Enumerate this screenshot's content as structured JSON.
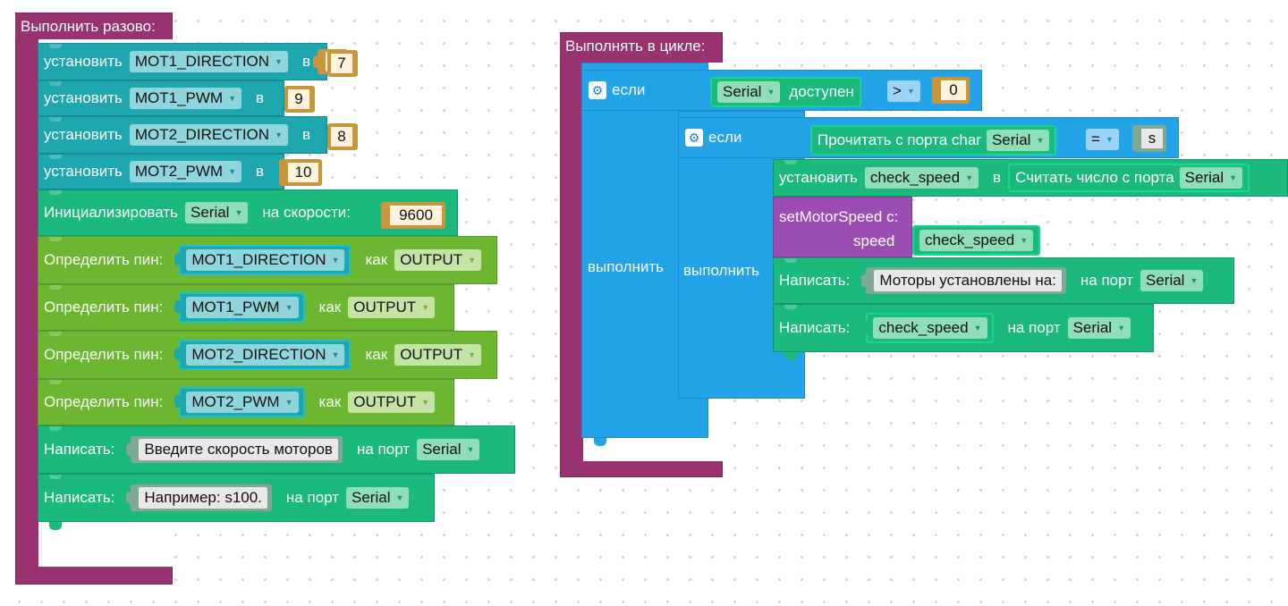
{
  "setup": {
    "title": "Выполнить разово:",
    "rows": [
      {
        "kw": "установить",
        "var": "MOT1_DIRECTION",
        "in": "в",
        "val": "7"
      },
      {
        "kw": "установить",
        "var": "MOT1_PWM",
        "in": "в",
        "val": "9"
      },
      {
        "kw": "установить",
        "var": "MOT2_DIRECTION",
        "in": "в",
        "val": "8"
      },
      {
        "kw": "установить",
        "var": "MOT2_PWM",
        "in": "в",
        "val": "10"
      }
    ],
    "init": {
      "label": "Инициализировать",
      "port": "Serial",
      "speed_label": "на скорости:",
      "speed": "9600"
    },
    "pins": [
      {
        "label": "Определить пин:",
        "pin": "MOT1_DIRECTION",
        "as": "как",
        "mode": "OUTPUT"
      },
      {
        "label": "Определить пин:",
        "pin": "MOT1_PWM",
        "as": "как",
        "mode": "OUTPUT"
      },
      {
        "label": "Определить пин:",
        "pin": "MOT2_DIRECTION",
        "as": "как",
        "mode": "OUTPUT"
      },
      {
        "label": "Определить пин:",
        "pin": "MOT2_PWM",
        "as": "как",
        "mode": "OUTPUT"
      }
    ],
    "prints": [
      {
        "label": "Написать:",
        "text": "Введите скорость моторов",
        "to": "на порт",
        "port": "Serial"
      },
      {
        "label": "Написать:",
        "text": "Например: s100.",
        "to": "на порт",
        "port": "Serial"
      }
    ]
  },
  "loop": {
    "title": "Выполнять в цикле:",
    "if1": {
      "if": "если",
      "do": "выполнить",
      "port": "Serial",
      "avail": "доступен",
      "op": ">",
      "val": "0"
    },
    "if2": {
      "if": "если",
      "do": "выполнить",
      "read": "Прочитать с порта char",
      "port": "Serial",
      "op": "=",
      "val": "s"
    },
    "set": {
      "kw": "установить",
      "var": "check_speed",
      "in": "в",
      "read": "Считать число с порта",
      "port": "Serial"
    },
    "motor": {
      "label": "setMotorSpeed c:",
      "param": "speed",
      "var": "check_speed"
    },
    "print1": {
      "label": "Написать:",
      "text": "Моторы установлены на:",
      "to": "на порт",
      "port": "Serial"
    },
    "print2": {
      "label": "Написать:",
      "var": "check_speed",
      "to": "на порт",
      "port": "Serial"
    }
  },
  "colors": {
    "hat": "#993370",
    "teal": "#1fa7b0",
    "green": "#1bb97c",
    "lime": "#6cb631",
    "purple": "#9c4db3",
    "blue": "#23a3e8",
    "number": "#c9963e"
  }
}
